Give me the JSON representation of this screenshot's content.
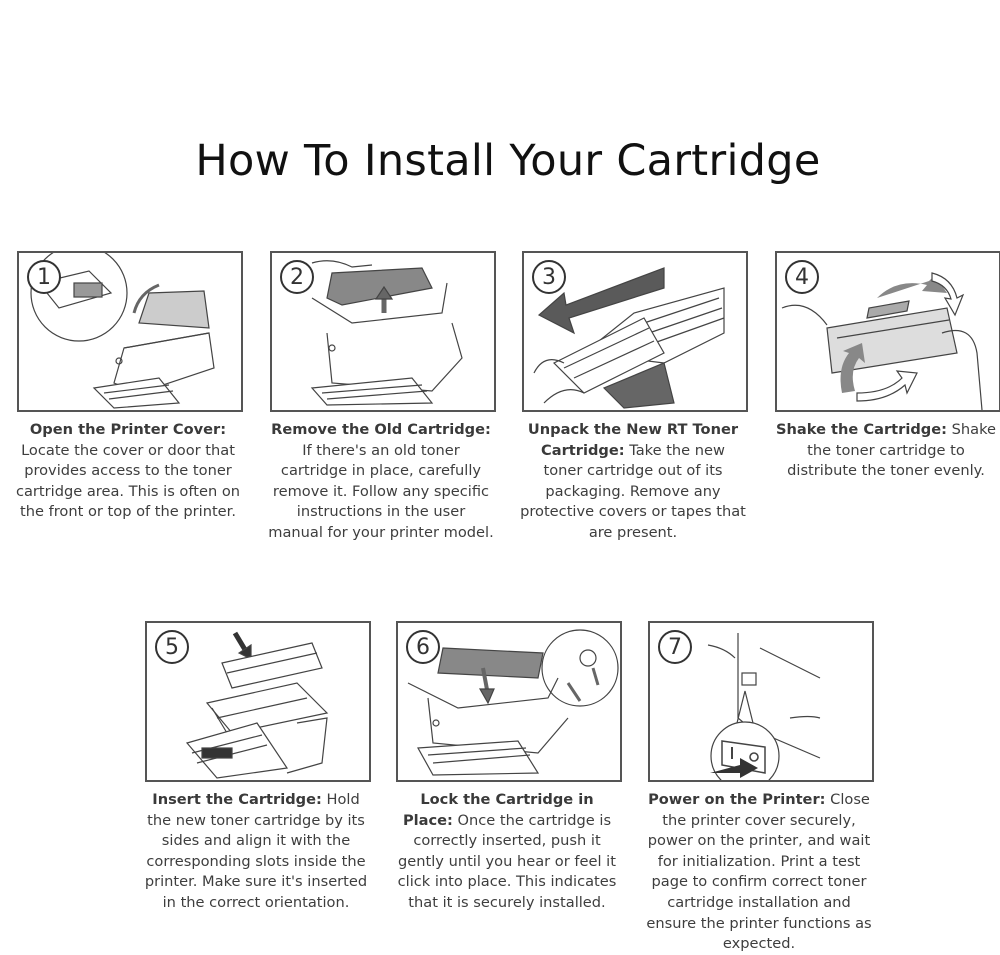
{
  "title": "How To Install Your Cartridge",
  "steps": [
    {
      "number": "1",
      "heading": "Open the Printer Cover:",
      "text": "Locate the cover or door that provides access to the toner cartridge area. This is often on the front or top of the printer.",
      "illustration": "printer-cover-open-icon"
    },
    {
      "number": "2",
      "heading": "Remove the Old Cartridge:",
      "text": "If there's an old toner cartridge in place, carefully remove it. Follow any specific instructions in the user manual for your printer model.",
      "illustration": "remove-cartridge-icon"
    },
    {
      "number": "3",
      "heading": "Unpack the New RT Toner Cartridge:",
      "text": "Take the new toner cartridge out of its packaging. Remove any protective covers or tapes that are present.",
      "illustration": "unpack-cartridge-icon"
    },
    {
      "number": "4",
      "heading": "Shake the Cartridge:",
      "text": "Shake the toner cartridge to distribute the toner evenly.",
      "illustration": "shake-cartridge-icon"
    },
    {
      "number": "5",
      "heading": "Insert the Cartridge:",
      "text": "Hold the new toner cartridge by its sides and align it with the corresponding slots inside the printer. Make sure it's inserted in the correct orientation.",
      "illustration": "insert-cartridge-icon"
    },
    {
      "number": "6",
      "heading": "Lock the Cartridge in Place:",
      "text": "Once the cartridge is correctly inserted, push it gently until you hear or feel it click into place. This indicates that it is securely installed.",
      "illustration": "lock-cartridge-icon"
    },
    {
      "number": "7",
      "heading": "Power on the Printer:",
      "text": "Close the printer cover securely, power on the printer, and wait for initialization. Print a test page to confirm correct toner cartridge installation and ensure the printer functions as expected.",
      "illustration": "power-switch-icon"
    }
  ],
  "switch_labels": {
    "on": "I",
    "off": "O"
  }
}
